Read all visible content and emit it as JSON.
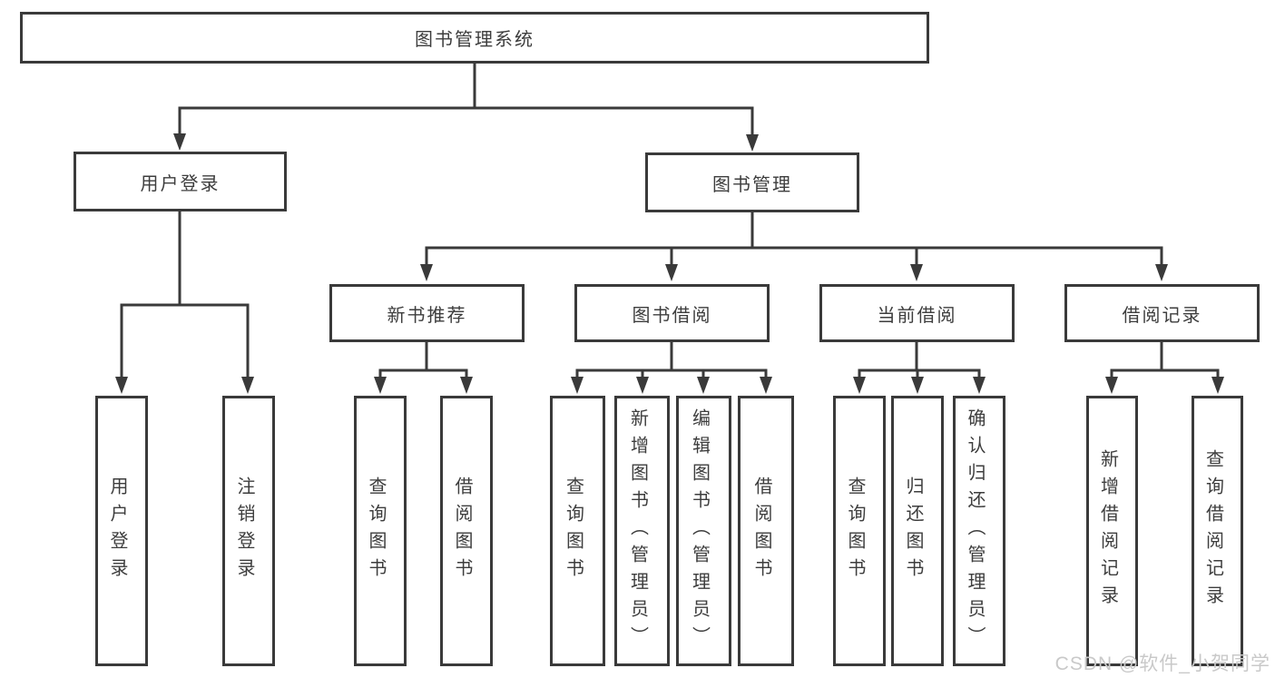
{
  "colors": {
    "line": "#3a3a3a",
    "text": "#3d3d3d",
    "box_background": "#ffffff",
    "watermark": "#c9c9c9"
  },
  "watermark": {
    "text": "CSDN @软件_小贺同学"
  },
  "tree": {
    "root": {
      "label": "图书管理系统"
    },
    "login": {
      "label": "用户登录",
      "children": [
        {
          "label": "用户登录"
        },
        {
          "label": "注销登录"
        }
      ]
    },
    "management": {
      "label": "图书管理",
      "sections": [
        {
          "label": "新书推荐",
          "children": [
            {
              "label": "查询图书"
            },
            {
              "label": "借阅图书"
            }
          ]
        },
        {
          "label": "图书借阅",
          "children": [
            {
              "label": "查询图书"
            },
            {
              "label": "新增图书（管理员）"
            },
            {
              "label": "编辑图书（管理员）"
            },
            {
              "label": "借阅图书"
            }
          ]
        },
        {
          "label": "当前借阅",
          "children": [
            {
              "label": "查询图书"
            },
            {
              "label": "归还图书"
            },
            {
              "label": "确认归还（管理员）"
            }
          ]
        },
        {
          "label": "借阅记录",
          "children": [
            {
              "label": "新增借阅记录"
            },
            {
              "label": "查询借阅记录"
            }
          ]
        }
      ]
    }
  }
}
